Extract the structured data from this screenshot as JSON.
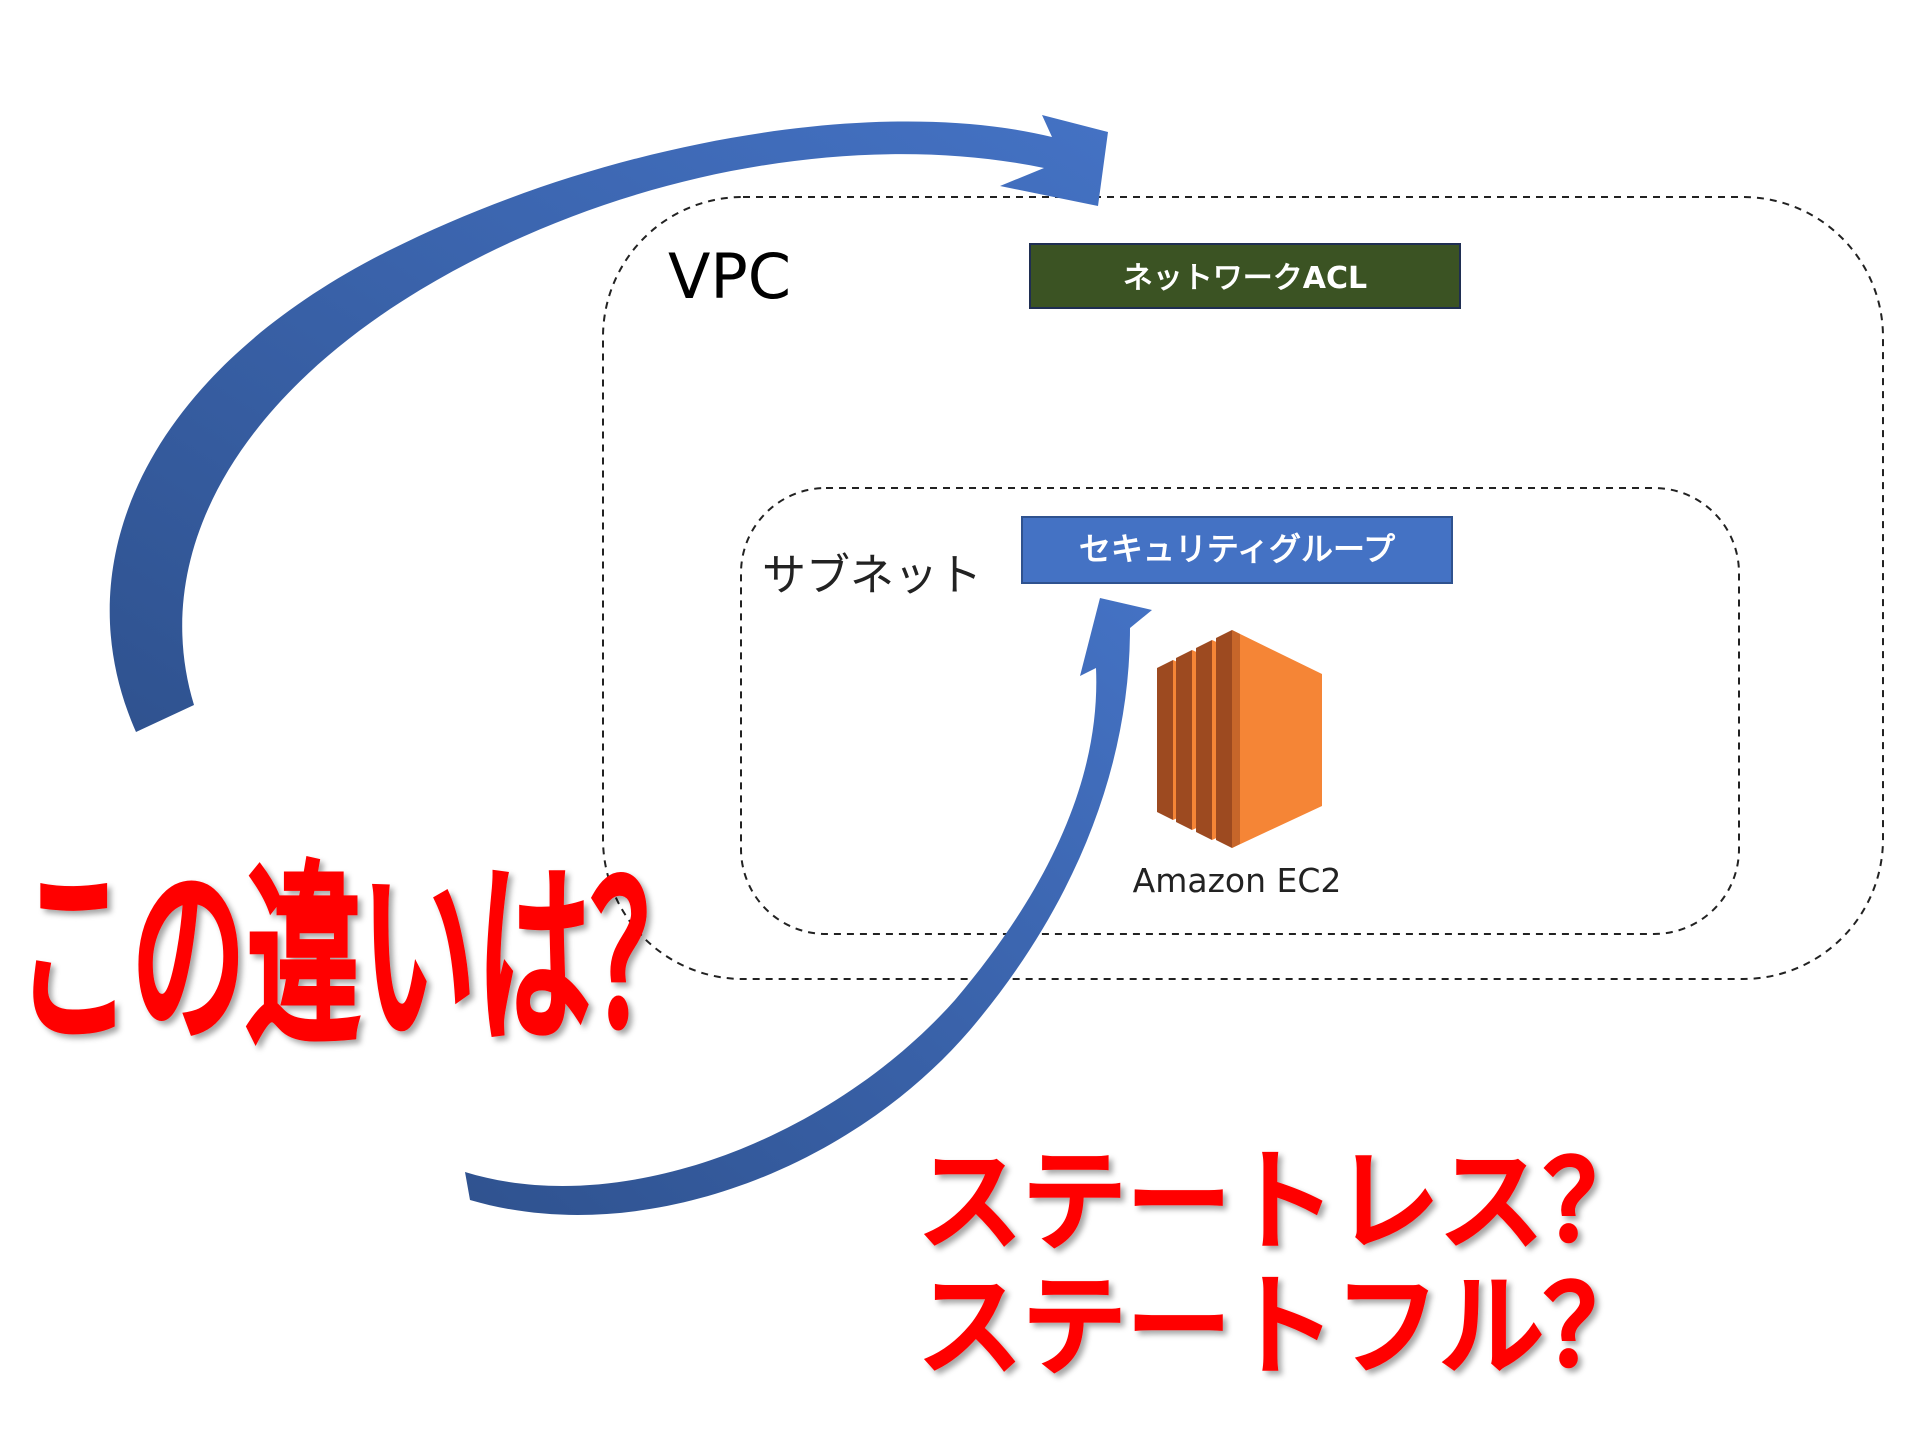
{
  "vpc": {
    "label": "VPC"
  },
  "network_acl": {
    "label": "ネットワークACL"
  },
  "subnet": {
    "label": "サブネット"
  },
  "security_group": {
    "label": "セキュリティグループ"
  },
  "ec2": {
    "label": "Amazon EC2",
    "icon": "amazon-ec2-icon"
  },
  "question": {
    "text": "この違いは？"
  },
  "answer": {
    "line1": "ステートレス？",
    "line2": "ステートフル？"
  },
  "colors": {
    "acl_fill": "#3b5323",
    "sg_fill": "#4472c4",
    "arrow_fill": "#4472c4",
    "arrow_dark": "#2f528f",
    "ec2_orange": "#f58536",
    "ec2_dark": "#9d4a20",
    "question_red": "#ff0000"
  }
}
